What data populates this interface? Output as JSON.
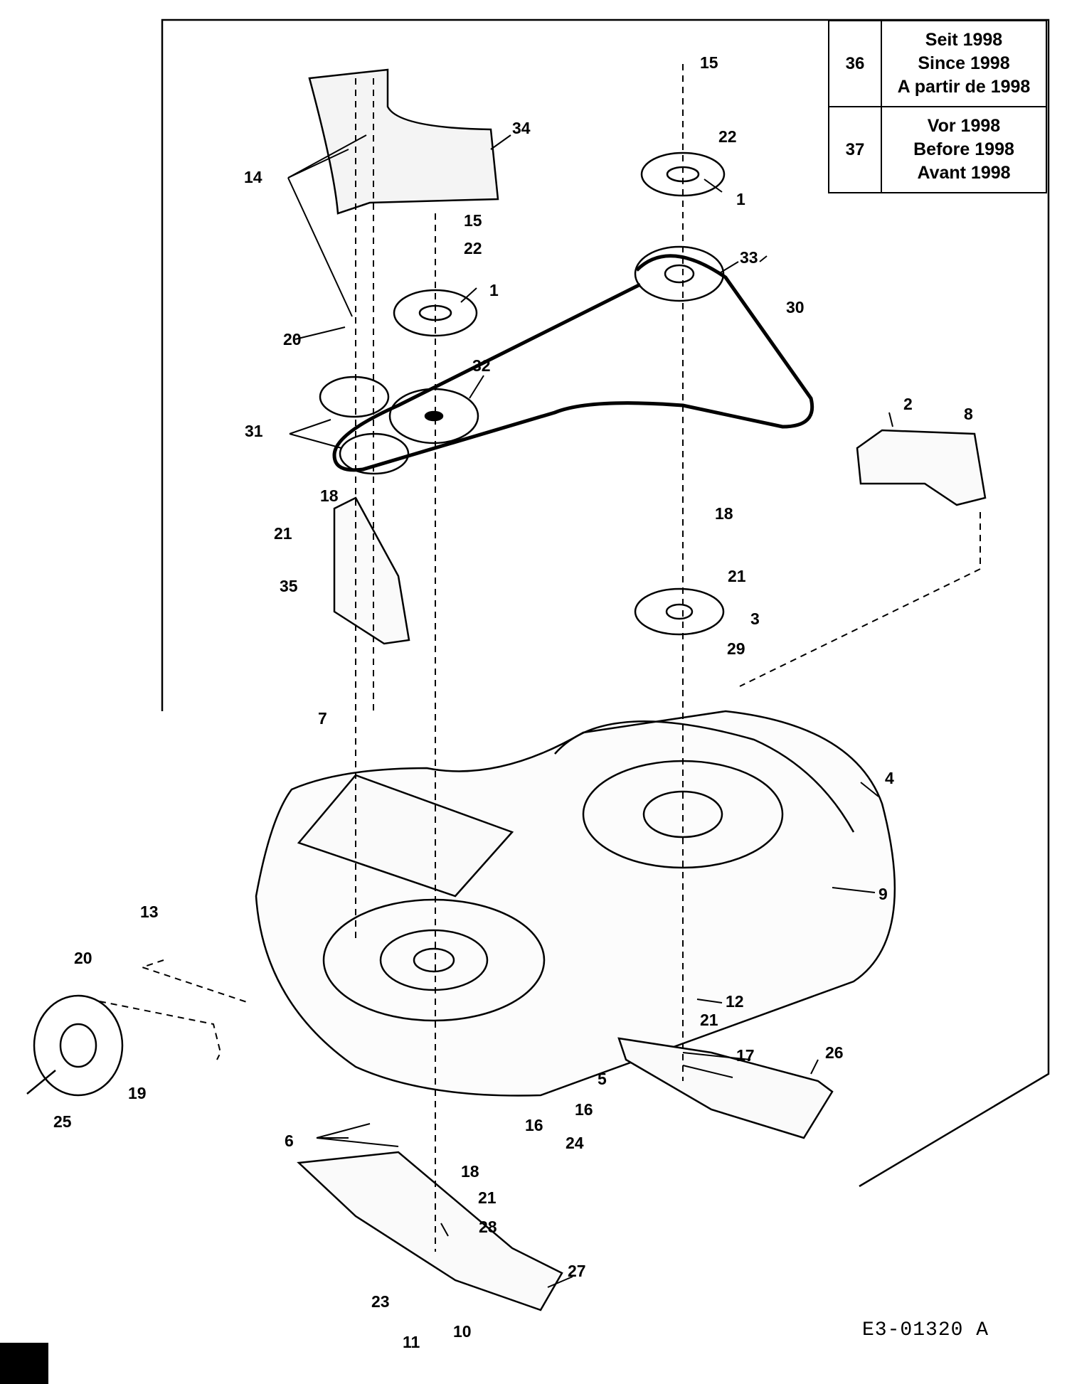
{
  "diagram_code": "E3-01320 A",
  "legend": [
    {
      "number": "36",
      "lines": [
        "Seit 1998",
        "Since 1998",
        "A partir de 1998"
      ]
    },
    {
      "number": "37",
      "lines": [
        "Vor 1998",
        "Before 1998",
        "Avant 1998"
      ]
    }
  ],
  "callouts": {
    "c1a": "1",
    "c1b": "1",
    "c2": "2",
    "c3": "3",
    "c4": "4",
    "c5": "5",
    "c6": "6",
    "c7": "7",
    "c8": "8",
    "c9": "9",
    "c10": "10",
    "c11": "11",
    "c12": "12",
    "c13": "13",
    "c14": "14",
    "c15a": "15",
    "c15b": "15",
    "c16a": "16",
    "c16b": "16",
    "c17": "17",
    "c18a": "18",
    "c18b": "18",
    "c18c": "18",
    "c19": "19",
    "c20a": "20",
    "c20b": "20",
    "c21a": "21",
    "c21b": "21",
    "c21c": "21",
    "c21d": "21",
    "c22a": "22",
    "c22b": "22",
    "c23": "23",
    "c24": "24",
    "c25": "25",
    "c26": "26",
    "c27": "27",
    "c28": "28",
    "c29": "29",
    "c30": "30",
    "c31": "31",
    "c32": "32",
    "c33": "33",
    "c34": "34",
    "c35": "35"
  }
}
